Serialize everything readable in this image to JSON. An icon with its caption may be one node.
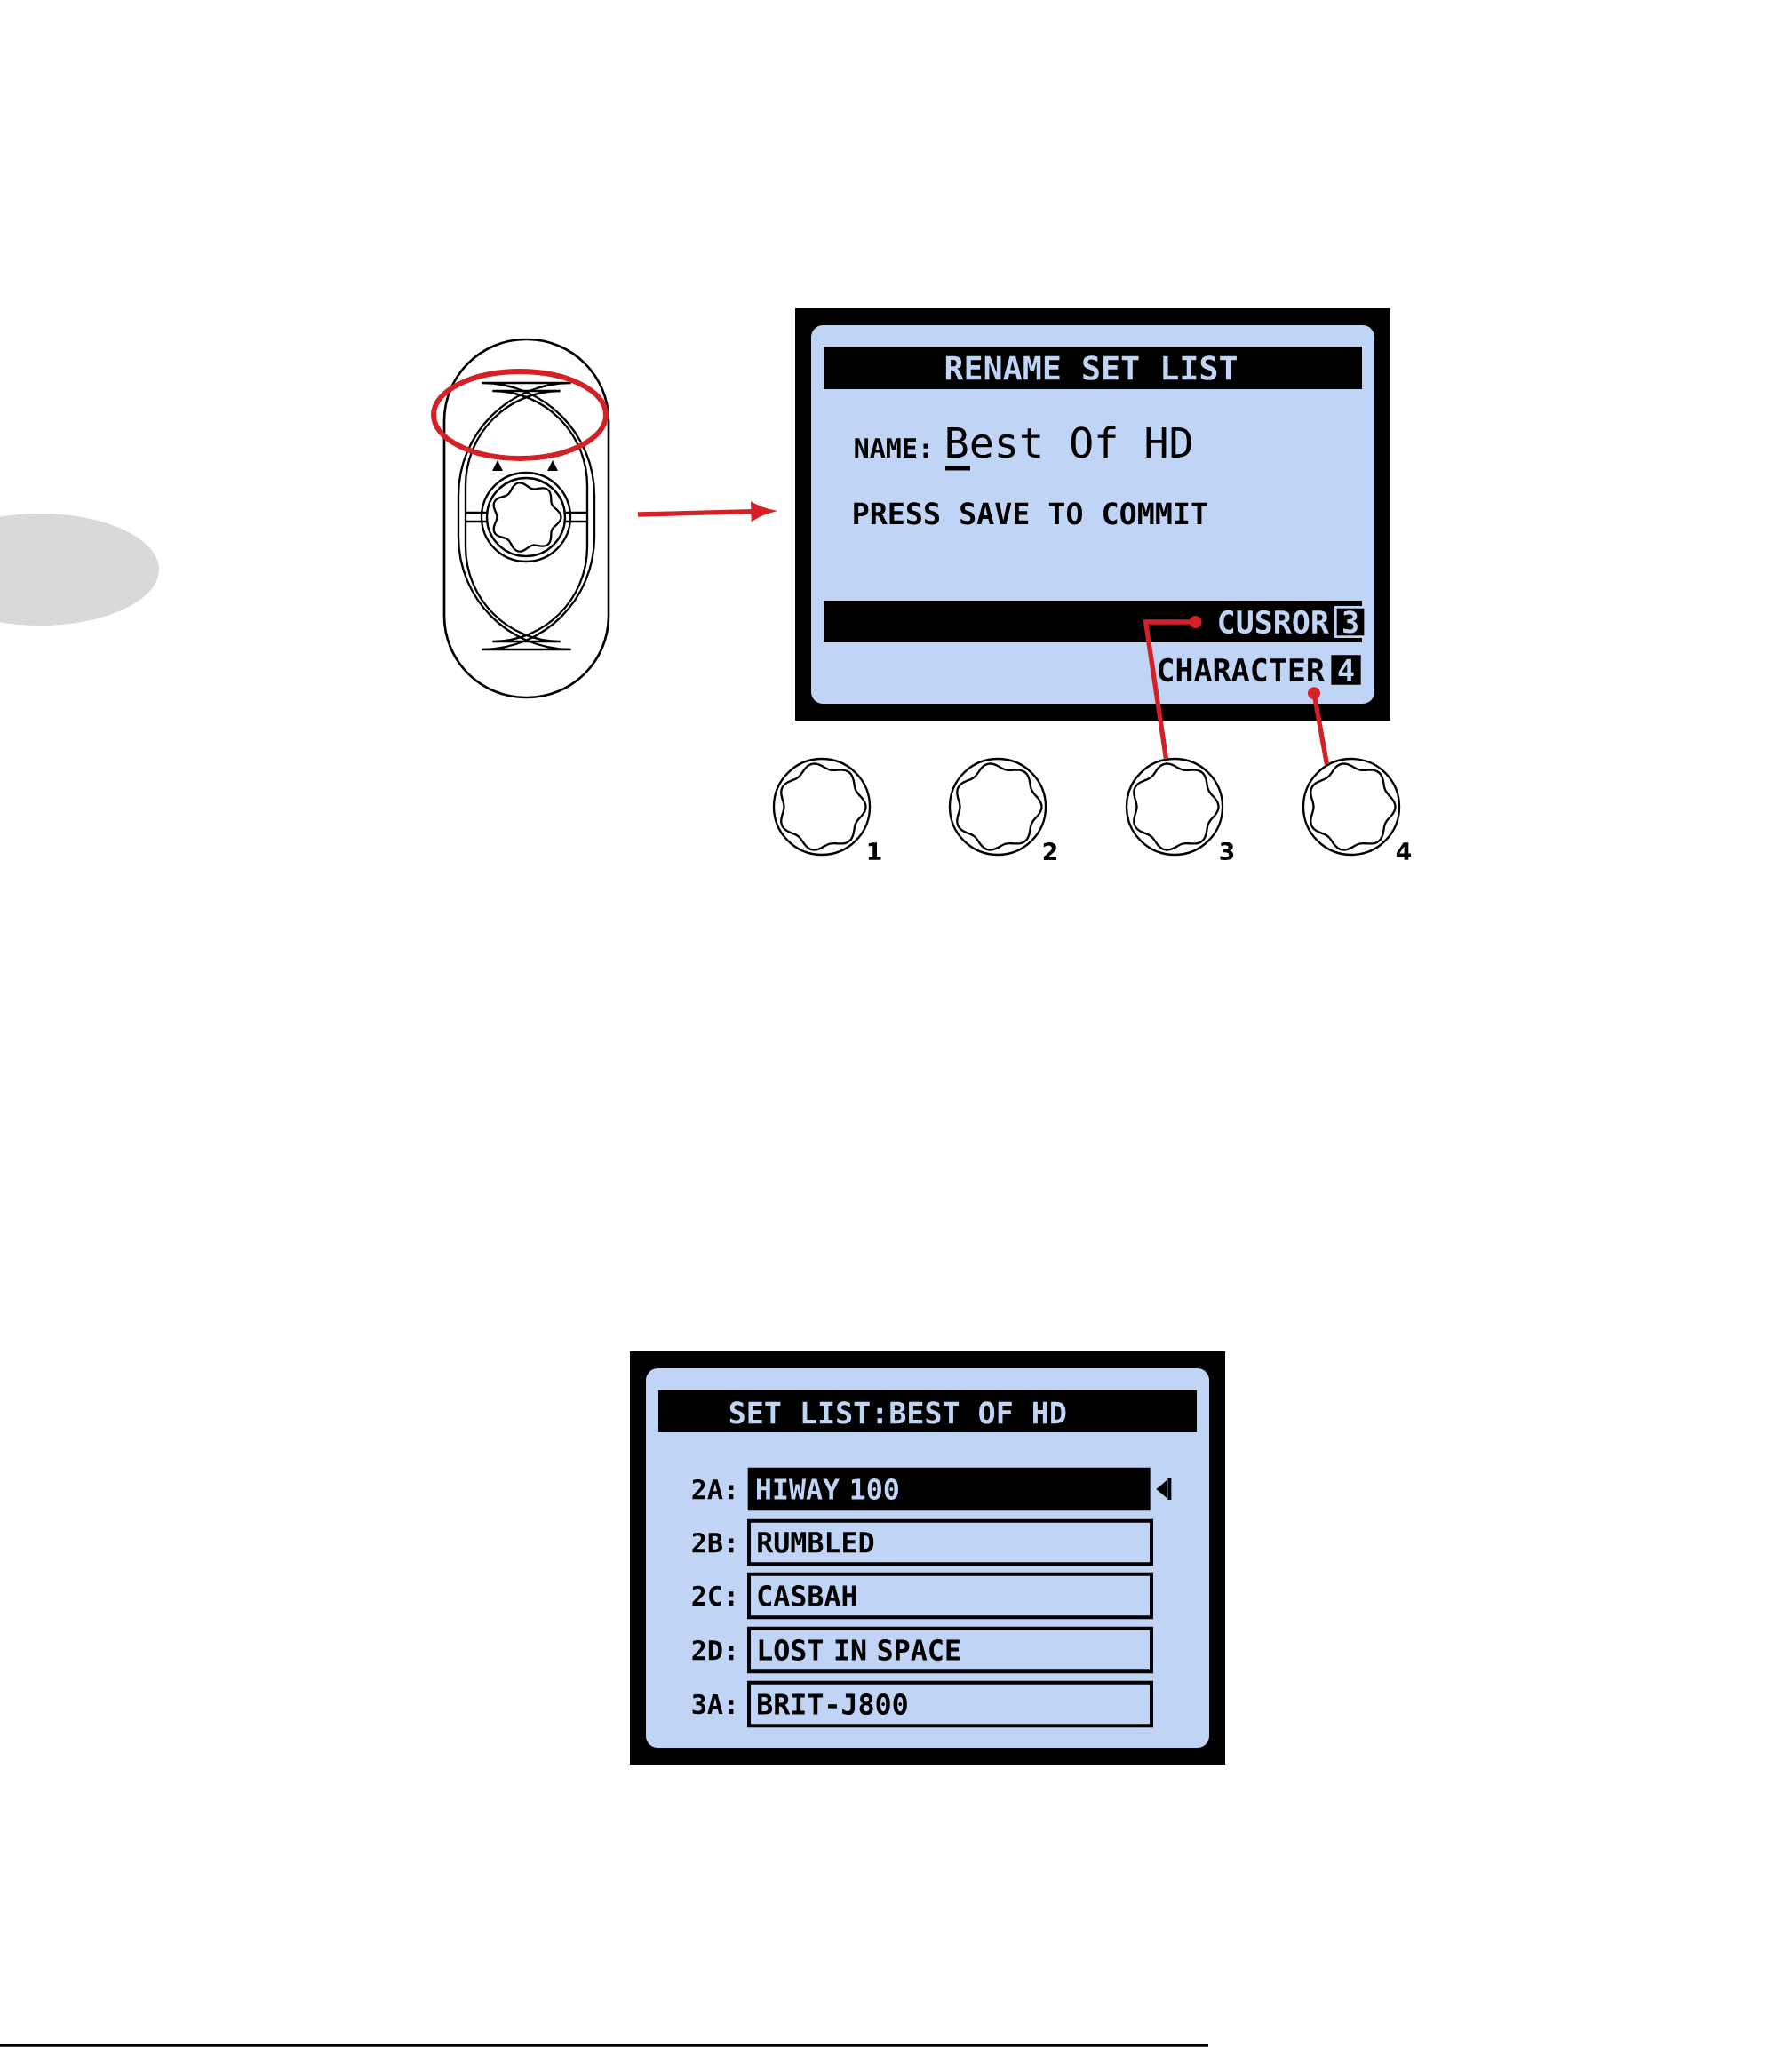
{
  "diagram": {
    "nodes": [
      {
        "text": [],
        "shape": "picture"
      },
      {
        "text": [
          "RENAME SET LIST",
          "NAME:",
          "Best Of HD",
          "PRESS SAVE TO COMMIT"
        ]
      },
      {
        "text": [
          "CUSROR",
          "3"
        ],
        "in": 1
      },
      {
        "text": [
          "CHARACTER",
          "4"
        ],
        "in": 1
      },
      {
        "text": [],
        "shape": "circle",
        "beside": [
          "1"
        ]
      },
      {
        "text": [],
        "shape": "circle",
        "beside": [
          "2"
        ]
      },
      {
        "text": [],
        "shape": "circle",
        "beside": [
          "3"
        ]
      },
      {
        "text": [],
        "shape": "circle",
        "beside": [
          "4"
        ]
      },
      {
        "text": [
          "SET LIST:BEST OF HD"
        ]
      },
      {
        "text": [
          "HIWAY 100"
        ],
        "in": 8,
        "beside": [
          "2A:"
        ]
      },
      {
        "text": [
          "RUMBLED"
        ],
        "in": 8,
        "beside": [
          "2B:"
        ]
      },
      {
        "text": [
          "CASBAH"
        ],
        "in": 8,
        "beside": [
          "2C:"
        ]
      },
      {
        "text": [
          "LOST IN SPACE"
        ],
        "in": 8,
        "beside": [
          "2D:"
        ]
      },
      {
        "text": [
          "BRIT-J800"
        ],
        "in": 8,
        "beside": [
          "3A:"
        ]
      }
    ],
    "edges": [
      {
        "from": 0,
        "to": 1,
        "arrow": "to",
        "color": "#d42027"
      },
      {
        "from": 2,
        "to": 6,
        "arrow": "other",
        "color": "#d42027"
      },
      {
        "from": 3,
        "to": 7,
        "arrow": "other",
        "color": "#d42027"
      }
    ]
  }
}
